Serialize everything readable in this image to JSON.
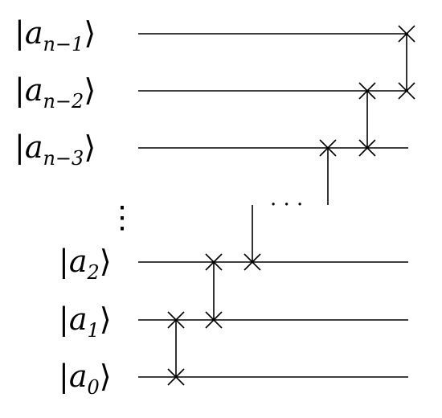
{
  "diagram": {
    "wires": [
      {
        "label_main": "a",
        "label_sub": "n−1"
      },
      {
        "label_main": "a",
        "label_sub": "n−2"
      },
      {
        "label_main": "a",
        "label_sub": "n−3"
      },
      {
        "label_main": "a",
        "label_sub": "2"
      },
      {
        "label_main": "a",
        "label_sub": "1"
      },
      {
        "label_main": "a",
        "label_sub": "0"
      }
    ],
    "vertical_ellipsis": "⋮",
    "horizontal_ellipsis": "· · ·",
    "swap_gates": [
      {
        "between": [
          "a_0",
          "a_1"
        ]
      },
      {
        "between": [
          "a_1",
          "a_2"
        ]
      },
      {
        "between": [
          "a_n-3",
          "a_n-2"
        ]
      },
      {
        "between": [
          "a_n-2",
          "a_n-1"
        ]
      }
    ],
    "colors": {
      "line": "#000000",
      "background": "#ffffff"
    }
  }
}
